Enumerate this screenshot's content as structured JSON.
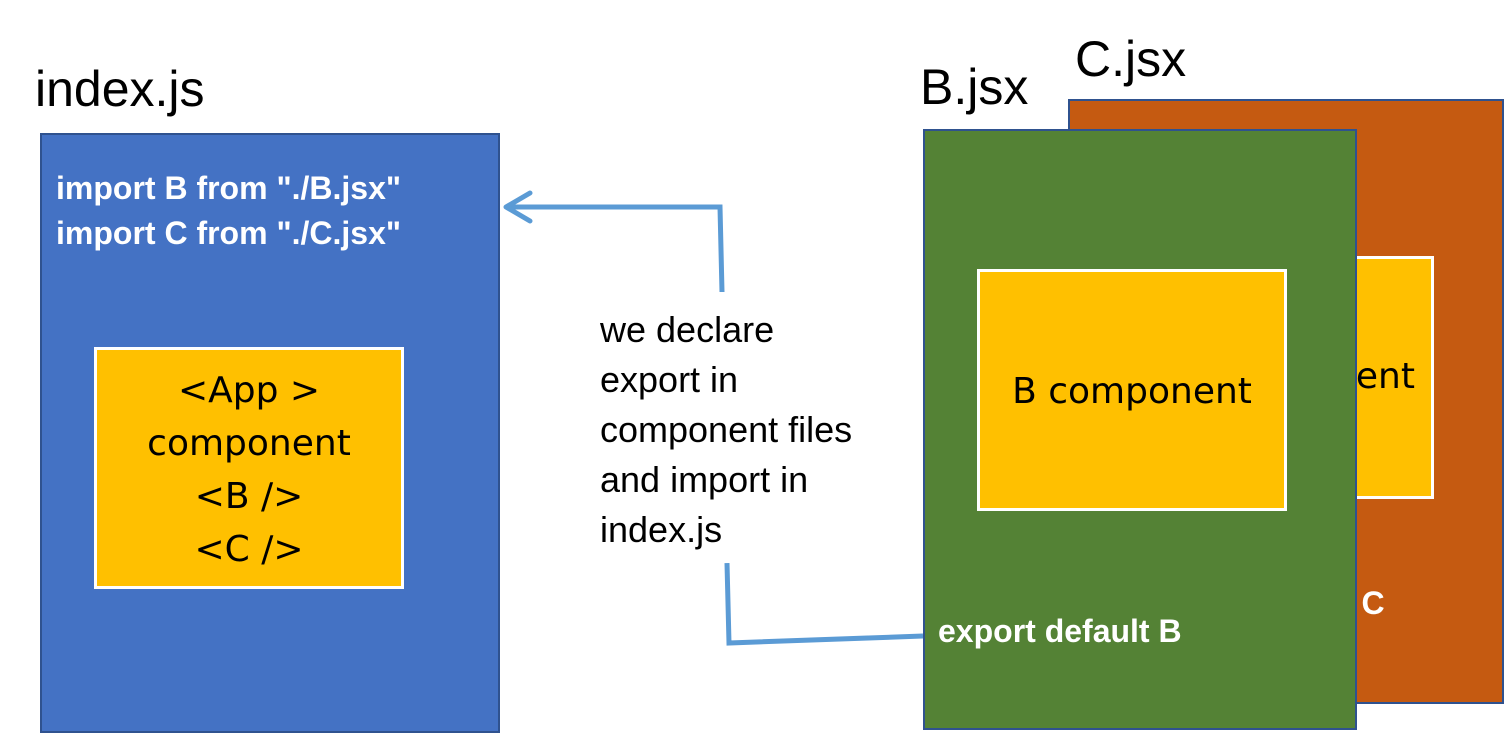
{
  "index_file": {
    "title": "index.js",
    "color": "#4472C4",
    "imports": [
      "import B from \"./B.jsx\"",
      "import C from \"./C.jsx\""
    ],
    "component_lines": [
      "<App >",
      "component",
      "<B />",
      "<C />"
    ]
  },
  "b_file": {
    "title": "B.jsx",
    "color": "#548235",
    "component_label": "B component",
    "export_text": "export default B"
  },
  "c_file": {
    "title": "C.jsx",
    "color": "#C55A11",
    "component_label_fragment": "ent",
    "export_fragment": ": C"
  },
  "note": {
    "lines": [
      "we declare",
      "export in",
      "component files",
      "and import in",
      "index.js"
    ]
  },
  "colors": {
    "component_fill": "#FFC000",
    "arrow": "#5B9BD5",
    "code_text": "#FFFFFF"
  }
}
